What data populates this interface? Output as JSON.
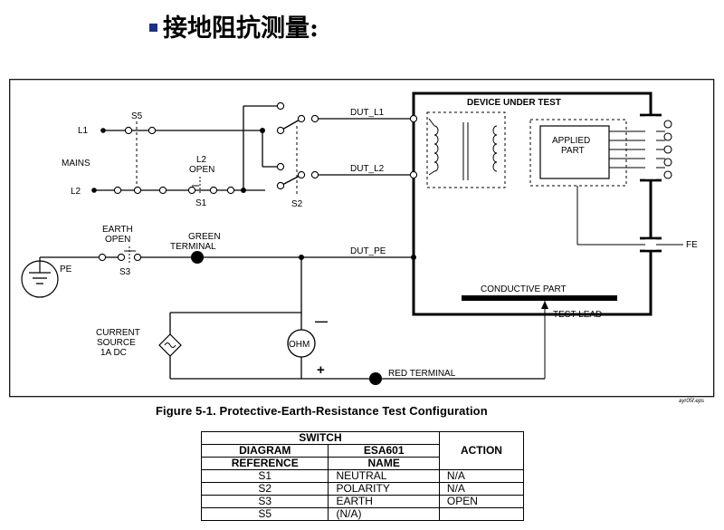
{
  "slide": {
    "title": "接地阻抗测量:"
  },
  "diagram": {
    "labels": {
      "l1": "L1",
      "l2": "L2",
      "mains": "MAINS",
      "s5": "S5",
      "l2_open_1": "L2",
      "l2_open_2": "OPEN",
      "s1": "S1",
      "s2": "S2",
      "s3": "S3",
      "dut_l1": "DUT_L1",
      "dut_l2": "DUT_L2",
      "dut_pe": "DUT_PE",
      "device_under_test": "DEVICE UNDER TEST",
      "applied_part_1": "APPLIED",
      "applied_part_2": "PART",
      "fe": "FE",
      "conductive_part": "CONDUCTIVE PART",
      "test_lead": "TEST LEAD",
      "earth_open_1": "EARTH",
      "earth_open_2": "OPEN",
      "green_terminal_1": "GREEN",
      "green_terminal_2": "TERMINAL",
      "pe": "PE",
      "current_source_1": "CURRENT",
      "current_source_2": "SOURCE",
      "current_source_3": "1A DC",
      "ohm": "OHM",
      "minus": "—",
      "plus": "+",
      "red_terminal": "RED TERMINAL"
    },
    "caption": "Figure 5-1. Protective-Earth-Resistance Test Configuration",
    "file_ref": "ayr05f.eps"
  },
  "table": {
    "group_header": "SWITCH",
    "col_diagram": [
      "DIAGRAM",
      "REFERENCE"
    ],
    "col_esa": [
      "ESA601",
      "NAME"
    ],
    "col_action": "ACTION",
    "rows": [
      {
        "ref": "S1",
        "name": "NEUTRAL",
        "action": "N/A"
      },
      {
        "ref": "S2",
        "name": "POLARITY",
        "action": "N/A"
      },
      {
        "ref": "S3",
        "name": "EARTH",
        "action": "OPEN"
      },
      {
        "ref": "S5",
        "name": "(N/A)",
        "action": ""
      }
    ]
  },
  "colors": {
    "bullet": "#1c2f8a"
  }
}
